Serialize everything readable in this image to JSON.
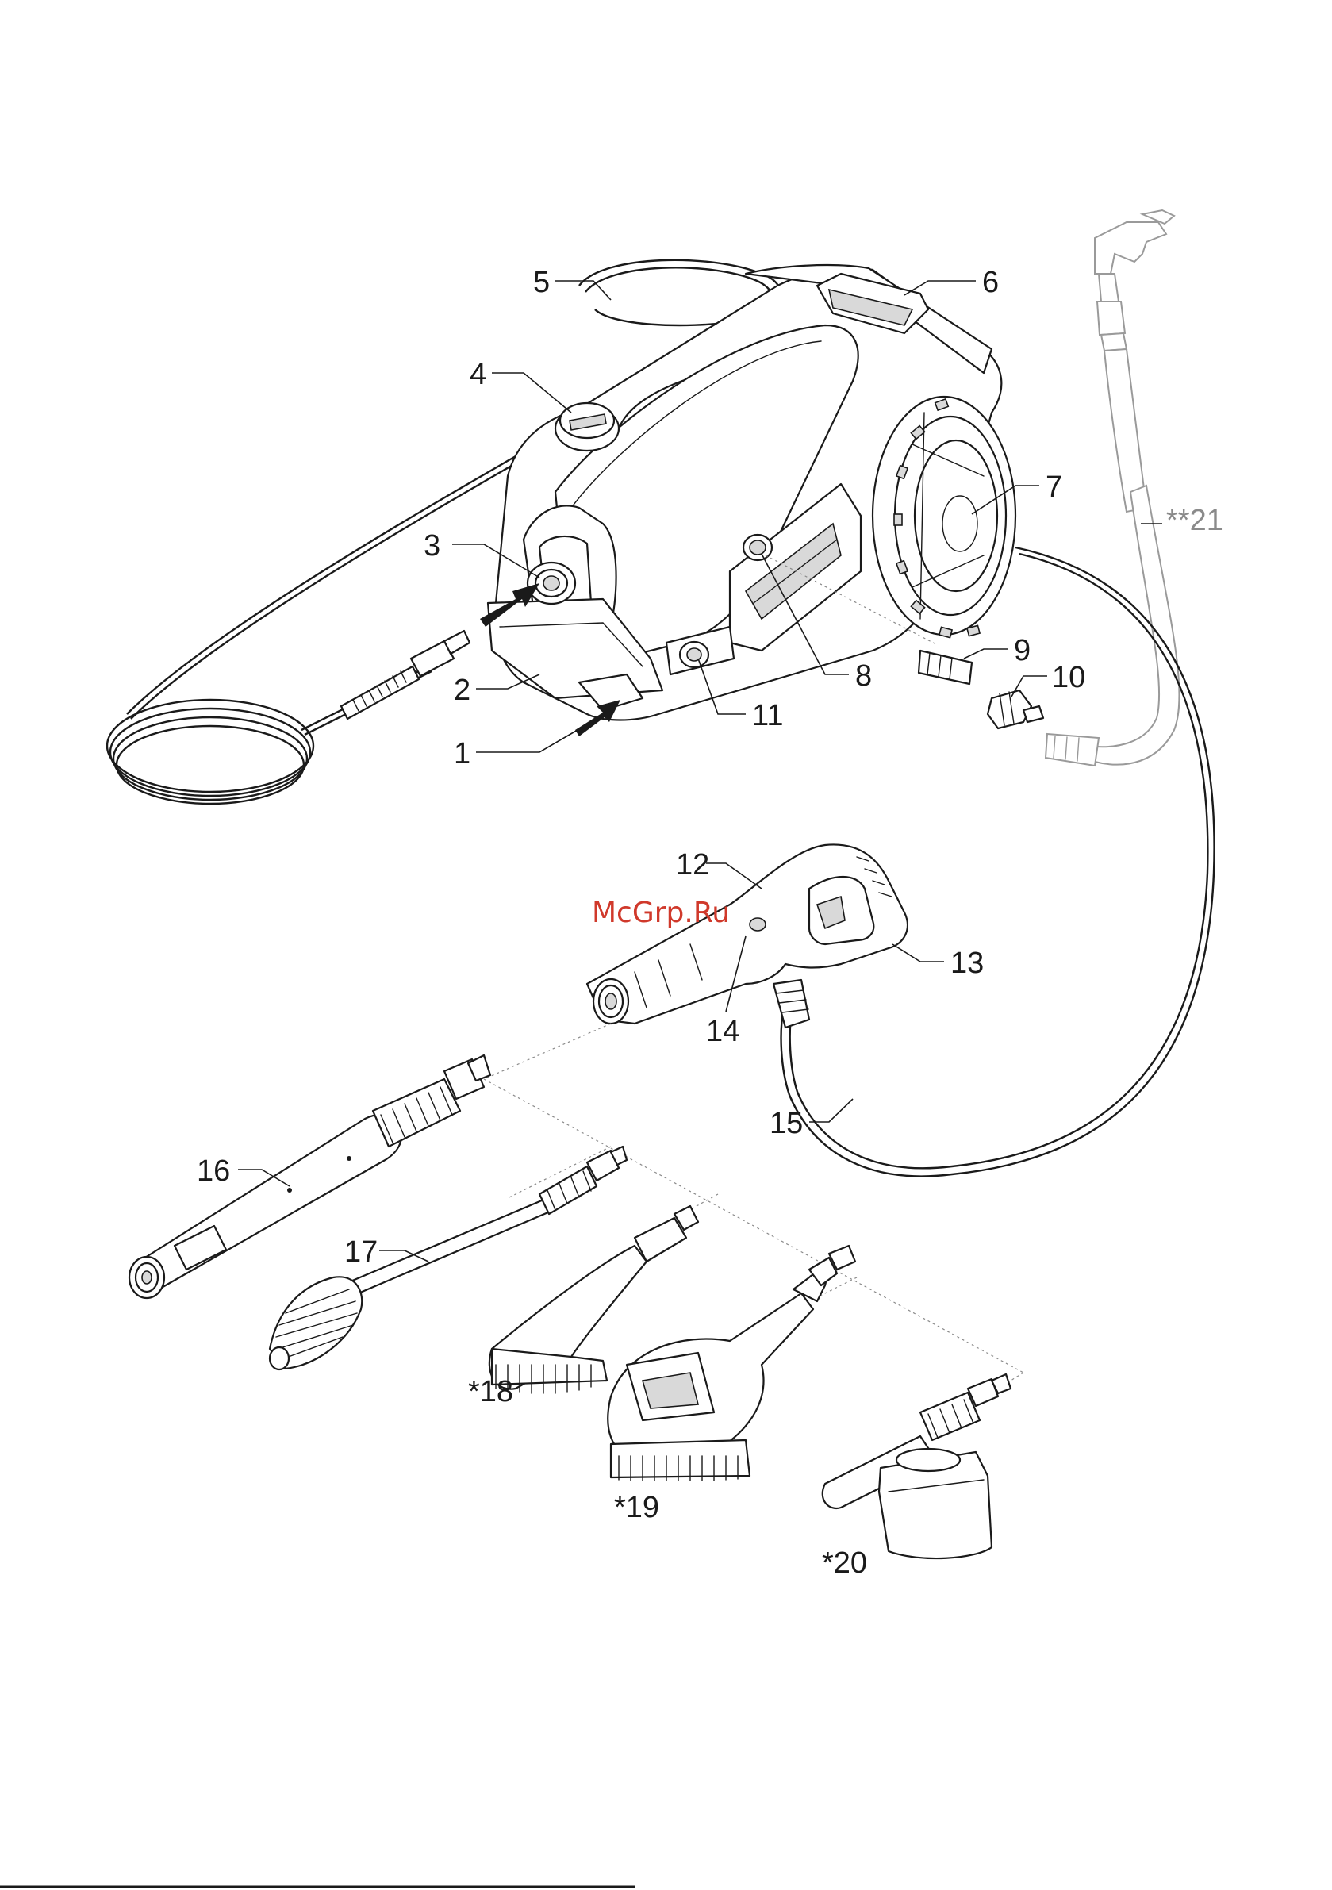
{
  "watermark": "McGrp.Ru",
  "callouts": {
    "c1": "1",
    "c2": "2",
    "c3": "3",
    "c4": "4",
    "c5": "5",
    "c6": "6",
    "c7": "7",
    "c8": "8",
    "c9": "9",
    "c10": "10",
    "c11": "11",
    "c12": "12",
    "c13": "13",
    "c14": "14",
    "c15": "15",
    "c16": "16",
    "c17": "17",
    "c18": "*18",
    "c19": "*19",
    "c20": "*20",
    "c21": "**21"
  }
}
